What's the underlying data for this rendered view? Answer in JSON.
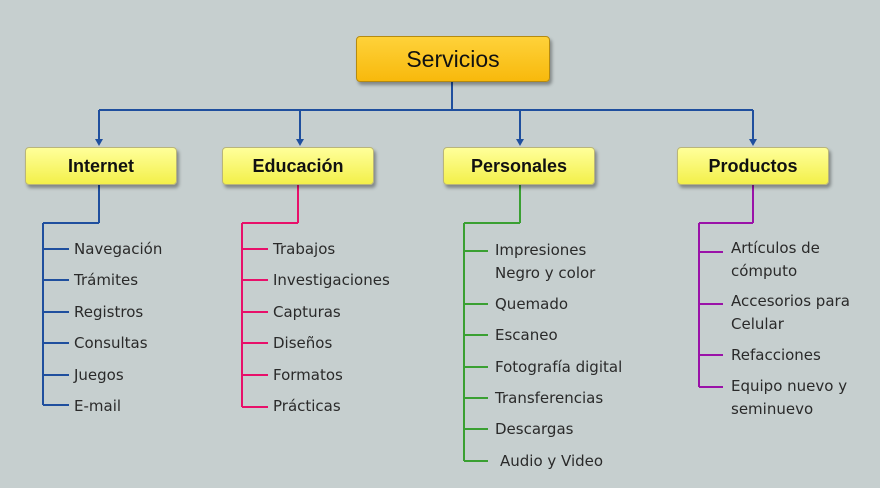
{
  "root": {
    "label": "Servicios"
  },
  "categories": [
    {
      "label": "Internet",
      "color": "#1f4f9e",
      "items": [
        "Navegación",
        "Trámites",
        "Registros",
        "Consultas",
        "Juegos",
        "E-mail"
      ]
    },
    {
      "label": "Educación",
      "color": "#e8106a",
      "items": [
        "Trabajos",
        "Investigaciones",
        "Capturas",
        "Diseños",
        "Formatos",
        "Prácticas"
      ]
    },
    {
      "label": "Personales",
      "color": "#3aa032",
      "items": [
        "Impresiones Negro y color",
        "Quemado",
        "Escaneo",
        "Fotografía digital",
        "Transferencias",
        "Descargas",
        "Audio y Video"
      ]
    },
    {
      "label": "Productos",
      "color": "#9a12a8",
      "items": [
        "Artículos de cómputo",
        "Accesorios para Celular",
        "Refacciones",
        "Equipo nuevo y seminuevo"
      ]
    }
  ],
  "colors": {
    "background": "#c6cfcf",
    "trunk": "#1f4f9e",
    "root_fill": "#fbc320",
    "category_fill": "#fafa6a"
  }
}
